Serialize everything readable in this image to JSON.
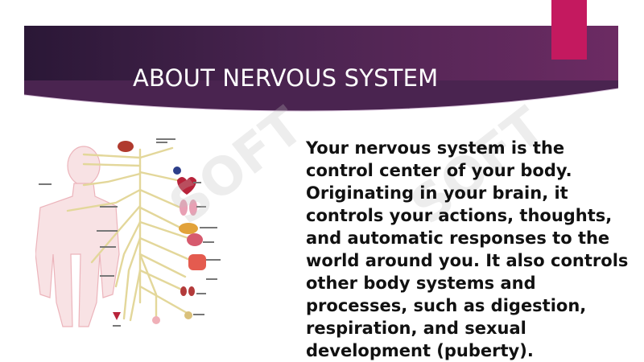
{
  "slide": {
    "title": "ABOUT NERVOUS SYSTEM",
    "body": "Your nervous system is the control center of your body. Originating in your brain, it controls your actions, thoughts, and automatic responses to the world around you. It also controls other body systems and processes, such as digestion, respiration, and sexual development (puberty).",
    "watermark": "SOFT"
  },
  "colors": {
    "band_dark": "#2a1736",
    "band_light": "#6c2b63",
    "accent": "#c4195f",
    "nerve": "#e3d79a",
    "body_outline": "#e9a8b0"
  },
  "diagram": {
    "icons": [
      "human-body-outline-icon",
      "brain-icon",
      "eye-icon",
      "heart-icon",
      "lungs-icon",
      "liver-icon",
      "stomach-icon",
      "intestine-icon",
      "kidney-icon",
      "bladder-icon",
      "reproductive-organ-icon"
    ]
  }
}
